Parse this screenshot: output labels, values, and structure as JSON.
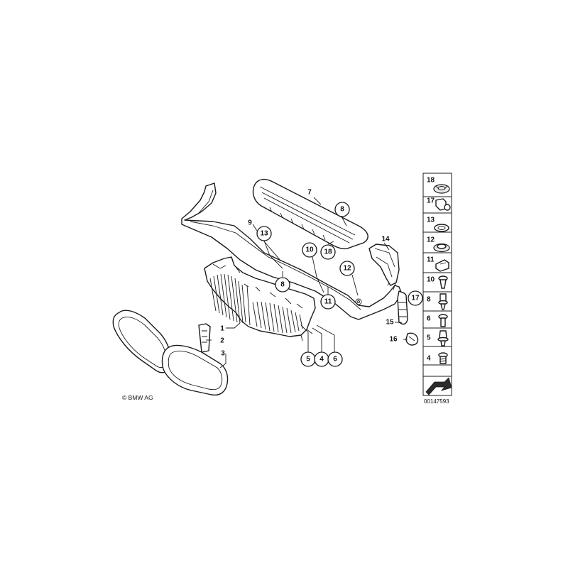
{
  "diagram": {
    "copyright": "© BMW AG",
    "drawing_number": "00147593",
    "callouts": {
      "c8_top": "8",
      "c18": "18",
      "c13": "13",
      "c8_mid": "8",
      "c10": "10",
      "c11": "11",
      "c12": "12",
      "c17": "17",
      "c5": "5",
      "c4": "4",
      "c6": "6"
    },
    "labels": {
      "l7": "7",
      "l9": "9",
      "l14": "14",
      "l1": "1",
      "l2": "2",
      "l3": "3",
      "l15": "15",
      "l16": "16"
    },
    "legend": [
      {
        "num": "18",
        "icon": "grommet-icon"
      },
      {
        "num": "17",
        "icon": "clip-bracket-icon"
      },
      {
        "num": "13",
        "icon": "ring-seal-icon"
      },
      {
        "num": "12",
        "icon": "round-grommet-icon"
      },
      {
        "num": "11",
        "icon": "clamp-icon"
      },
      {
        "num": "10",
        "icon": "expanding-rivet-icon"
      },
      {
        "num": "8",
        "icon": "rivet-icon"
      },
      {
        "num": "6",
        "icon": "bolt-icon"
      },
      {
        "num": "5",
        "icon": "push-rivet-icon"
      },
      {
        "num": "4",
        "icon": "screw-icon"
      }
    ]
  }
}
